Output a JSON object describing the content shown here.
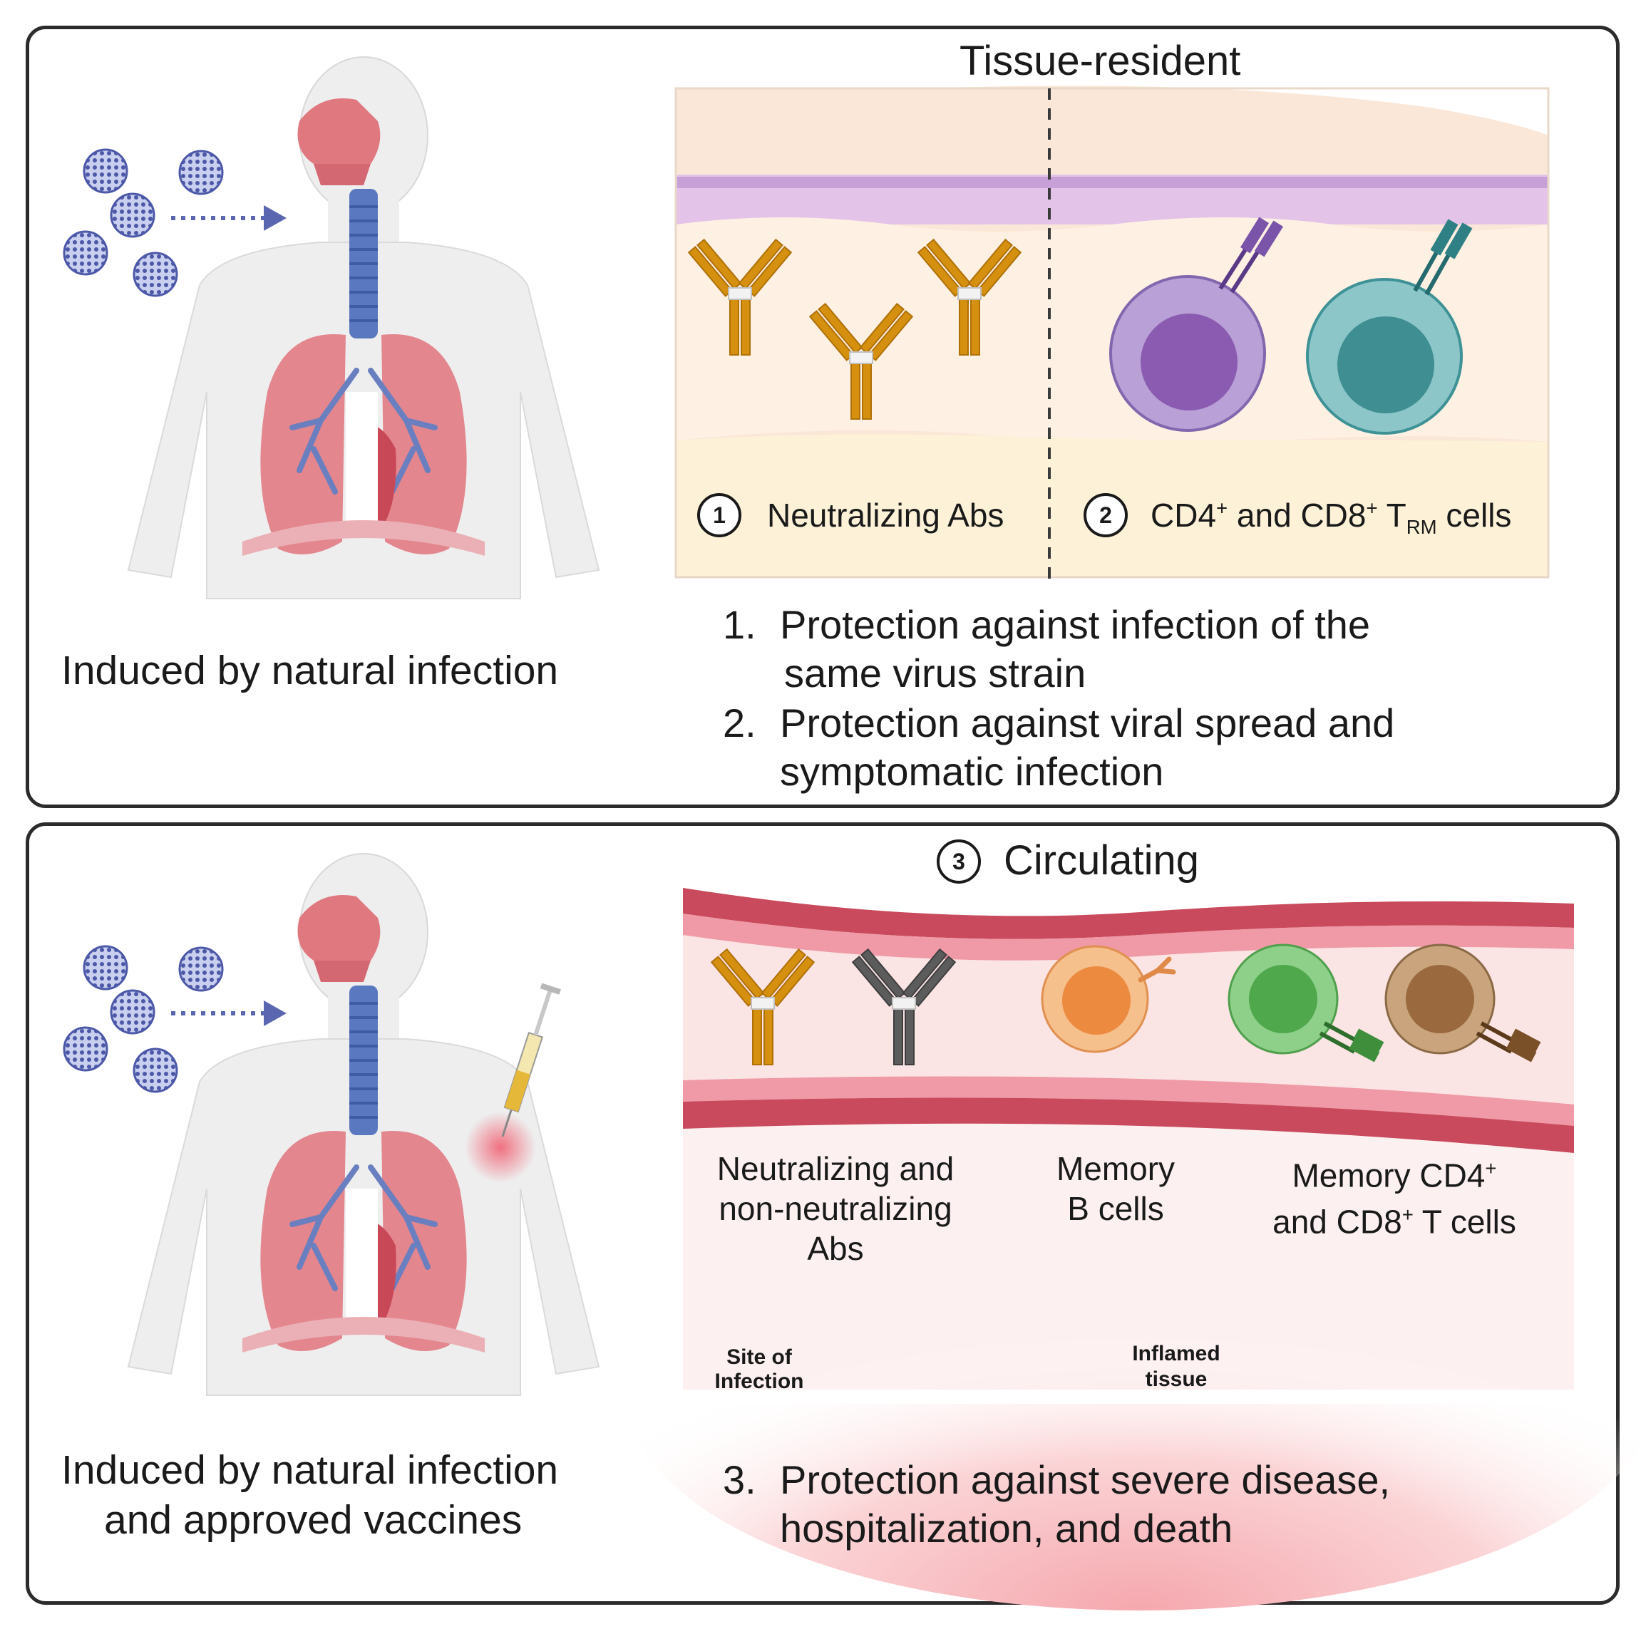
{
  "top_panel": {
    "title": "Tissue-resident",
    "caption": "Induced by natural infection",
    "label_1_num": "1",
    "label_1": "Neutralizing Abs",
    "label_2_num": "2",
    "label_2_a": "CD4",
    "label_2_sup1": "+",
    "label_2_b": " and CD8",
    "label_2_sup2": "+",
    "label_2_c": " T",
    "label_2_sub": "RM",
    "label_2_d": " cells",
    "list": [
      {
        "num": "1.",
        "line1": "Protection against infection of the",
        "line2": "same virus strain"
      },
      {
        "num": "2.",
        "line1": "Protection against viral spread and",
        "line2": "symptomatic infection"
      }
    ]
  },
  "bottom_panel": {
    "title_num": "3",
    "title": "Circulating",
    "caption_line1": "Induced by natural infection",
    "caption_line2": "and approved vaccines",
    "abs_label": [
      "Neutralizing and",
      "non-neutralizing",
      "Abs"
    ],
    "bcell_label": [
      "Memory",
      "B cells"
    ],
    "tcell_label_1a": "Memory CD4",
    "tcell_label_1sup": "+",
    "tcell_label_2a": "and CD8",
    "tcell_label_2sup": "+",
    "tcell_label_2b": " T cells",
    "site_label": [
      "Site of",
      "Infection"
    ],
    "inflamed_label": [
      "Inflamed",
      "tissue"
    ],
    "list": [
      {
        "num": "3.",
        "line1": "Protection against severe disease,",
        "line2": "hospitalization, and death"
      }
    ]
  },
  "colors": {
    "antibody_gold": "#d4900e",
    "antibody_gray": "#5c5c5c",
    "cd4_purple": "#a98ac8",
    "cd8_teal": "#5aa5aa",
    "bcell_orange": "#f0a868",
    "cd4_green": "#6cc06c",
    "cd8_brown": "#b08860",
    "vessel_wall": "#c84a5c",
    "virus_blue": "#5a67b0"
  }
}
